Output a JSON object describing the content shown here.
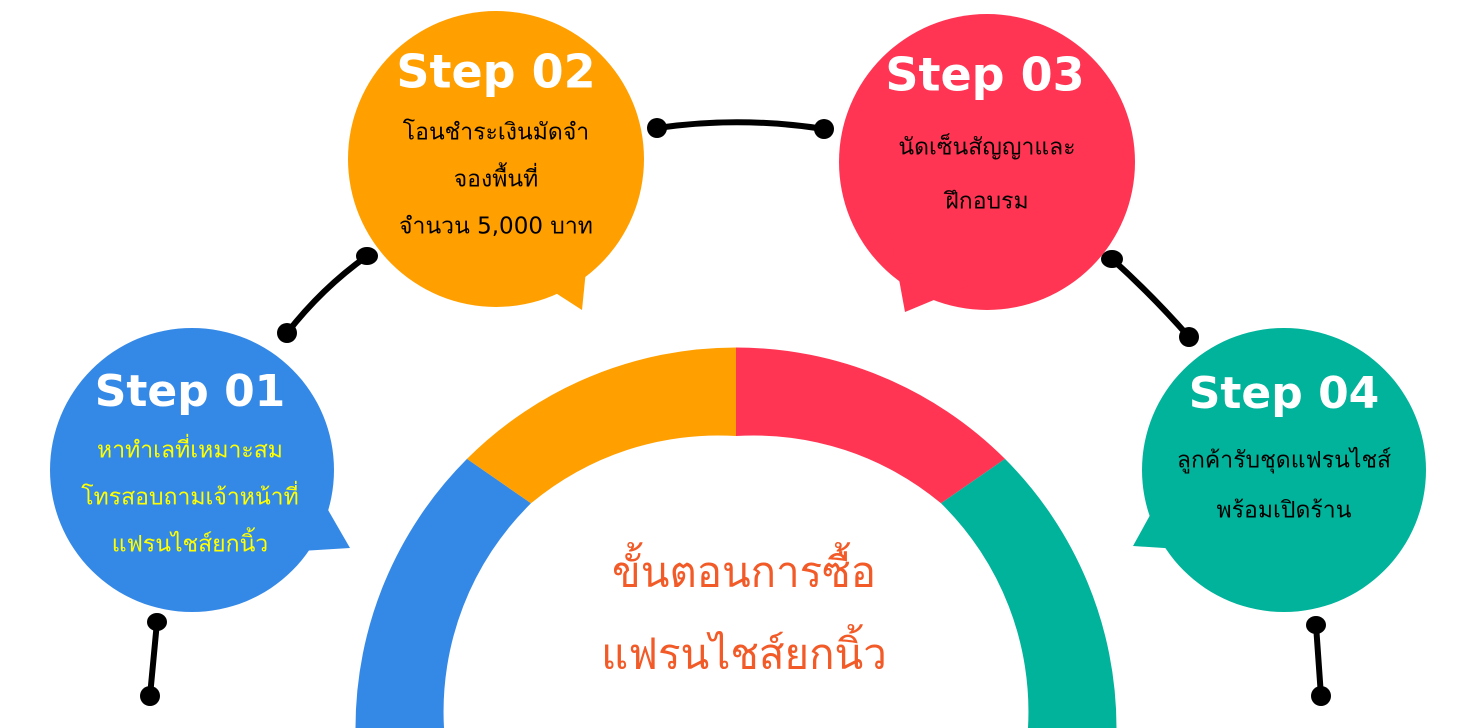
{
  "colors": {
    "blue": "#3589E6",
    "orange": "#FF9F00",
    "red": "#FF3553",
    "teal": "#00B39A",
    "yellow_text": "#FFFF00",
    "center_text": "#F25A28",
    "connector": "#000000",
    "white": "#FFFFFF"
  },
  "steps": [
    {
      "title": "Step 01",
      "lines": [
        "หาทำเลที่เหมาะสม",
        "โทรสอบถามเจ้าหน้าที่",
        "แฟรนไชส์ยกนิ้ว"
      ]
    },
    {
      "title": "Step 02",
      "lines": [
        "โอนชำระเงินมัดจำ",
        "จองพื้นที่",
        "จำนวน 5,000 บาท"
      ]
    },
    {
      "title": "Step 03",
      "lines": [
        "นัดเซ็นสัญญาและ",
        "ฝึกอบรม"
      ]
    },
    {
      "title": "Step 04",
      "lines": [
        "ลูกค้ารับชุดแฟรนไชส์",
        "พร้อมเปิดร้าน"
      ]
    }
  ],
  "center": {
    "line1": "ขั้นตอนการซื้อ",
    "line2": "แฟรนไชส์ยกนิ้ว"
  }
}
